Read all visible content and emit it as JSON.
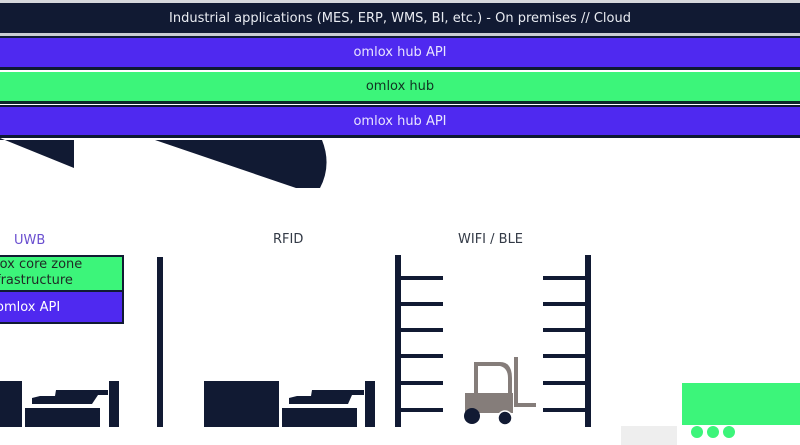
{
  "diagram": {
    "layers": [
      {
        "id": "apps",
        "label": "Industrial applications (MES, ERP, WMS, BI, etc.)  - On premises // Cloud",
        "color": "#111a33"
      },
      {
        "id": "api-1",
        "label": "omlox hub API",
        "color": "#4f29f0"
      },
      {
        "id": "hub",
        "label": "omlox hub",
        "color": "#3cf57a"
      },
      {
        "id": "api-2",
        "label": "omlox hub API",
        "color": "#4f29f0"
      }
    ],
    "technologies": {
      "uwb": "UWB",
      "rfid": "RFID",
      "wifi_ble": "WIFI / BLE"
    },
    "uwb_stack": {
      "core_zone": "lox core zone\nfrastructure",
      "core_zone_line1": "lox core zone",
      "core_zone_line2": "frastructure",
      "api": "omlox API"
    },
    "colors": {
      "navy": "#111a33",
      "purple": "#4f29f0",
      "green": "#3cf57a",
      "forklift": "#857d7a",
      "light_grey": "#eeeeee"
    },
    "icons": [
      "ceiling-lamp-icon",
      "machine-icon",
      "shelf-rack-icon",
      "forklift-icon",
      "truck-icon"
    ]
  }
}
